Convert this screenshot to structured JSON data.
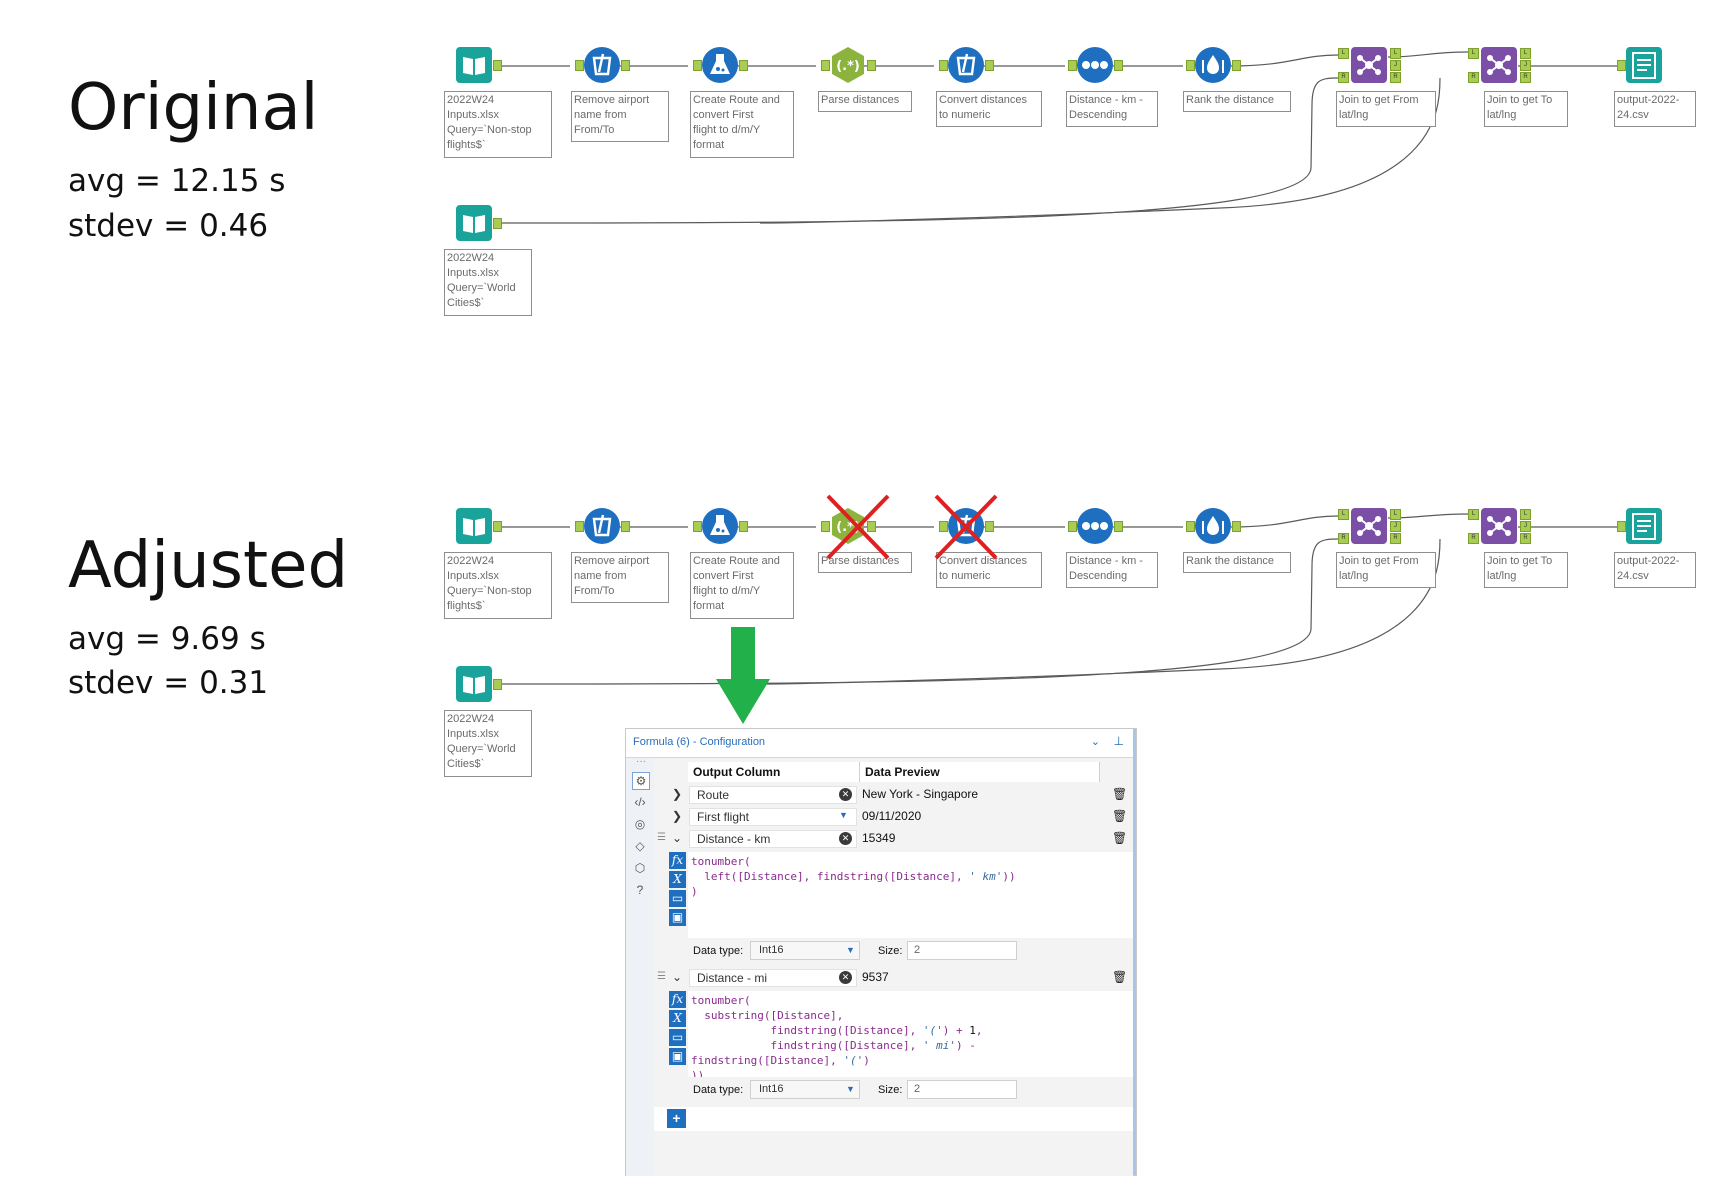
{
  "original": {
    "title": "Original",
    "avg": "avg = 12.15 s",
    "stdev": "stdev = 0.46"
  },
  "adjusted": {
    "title": "Adjusted",
    "avg": "avg = 9.69 s",
    "stdev": "stdev = 0.31"
  },
  "workflow_labels": {
    "input_nonstop": "2022W24\nInputs.xlsx\nQuery=`Non-stop\nflights$`",
    "remove_airport": "Remove airport\nname from\nFrom/To",
    "create_route": "Create Route and\nconvert First\nflight to d/m/Y\nformat",
    "parse_distances": "Parse distances",
    "convert_distances": "Convert distances\nto numeric",
    "distance_sort": "Distance - km -\nDescending",
    "rank": "Rank the distance",
    "join_from": "Join to get From\nlat/lng",
    "join_to": "Join to get To\nlat/lng",
    "output": "output-2022-\n24.csv",
    "input_cities": "2022W24\nInputs.xlsx\nQuery=`World\nCities$`"
  },
  "join_anchors": {
    "left": "L",
    "right": "R",
    "join": "J"
  },
  "icons": {
    "input": "book-icon",
    "select": "select-tool-icon",
    "formula": "formula-flask-icon",
    "regex": "regex-icon",
    "sort": "sort-icon",
    "rank": "multi-row-formula-icon",
    "join": "join-icon",
    "output": "output-icon",
    "delete": "red-x-icon",
    "arrow": "green-down-arrow-icon"
  },
  "colors": {
    "input": "#1aa39a",
    "select": "#1f6fc0",
    "formula": "#1f6fc0",
    "regex": "#8db33f",
    "sort": "#1f6fc0",
    "join": "#7b4fa6",
    "output": "#1aa39a",
    "anchor": "#a8cd52",
    "cross": "#e02020",
    "arrow": "#22b04b",
    "panel_accent": "#2a6ebb"
  },
  "panel": {
    "title": "Formula (6) - Configuration",
    "header_output": "Output Column",
    "header_preview": "Data Preview",
    "rows": [
      {
        "name": "Route",
        "preview": "New York - Singapore"
      },
      {
        "name": "First flight",
        "preview": "09/11/2020"
      },
      {
        "name": "Distance - km",
        "preview": "15349"
      },
      {
        "name": "Distance - mi",
        "preview": "9537"
      }
    ],
    "datatype_label": "Data type:",
    "datatype_km": "Int16",
    "datatype_mi": "Int16",
    "size_label": "Size:",
    "size_km": "2",
    "size_mi": "2"
  }
}
